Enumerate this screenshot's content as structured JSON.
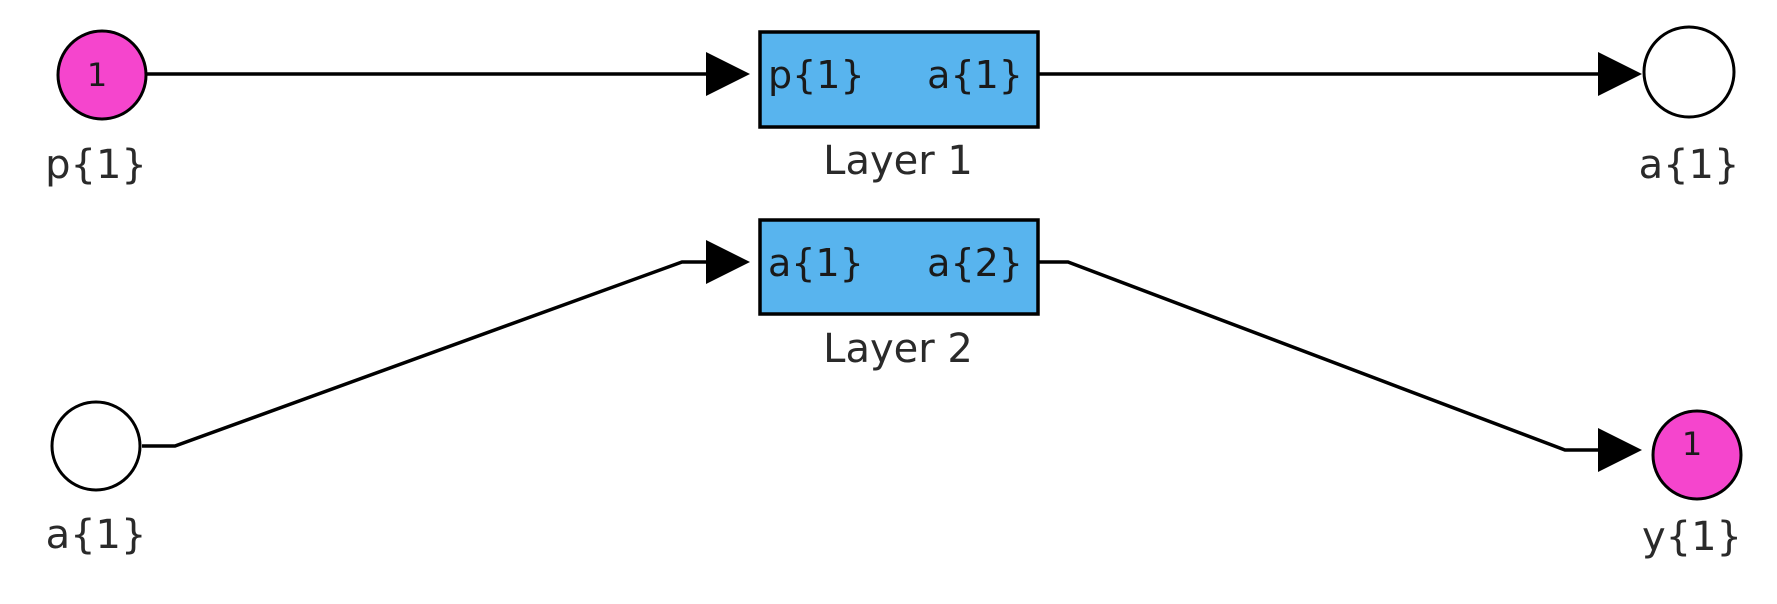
{
  "diagram": {
    "colors": {
      "source_fill": "#f545cd",
      "block_fill": "#58b4ee",
      "wire": "#000000"
    },
    "inports": [
      {
        "number": "1",
        "label": "p{1}"
      },
      {
        "number": "",
        "label": "a{1}"
      }
    ],
    "outports": [
      {
        "number": "",
        "label": "a{1}"
      },
      {
        "number": "1",
        "label": "y{1}"
      }
    ],
    "blocks": [
      {
        "name": "Layer 1",
        "in_port": "p{1}",
        "out_port": "a{1}"
      },
      {
        "name": "Layer 2",
        "in_port": "a{1}",
        "out_port": "a{2}"
      }
    ]
  }
}
